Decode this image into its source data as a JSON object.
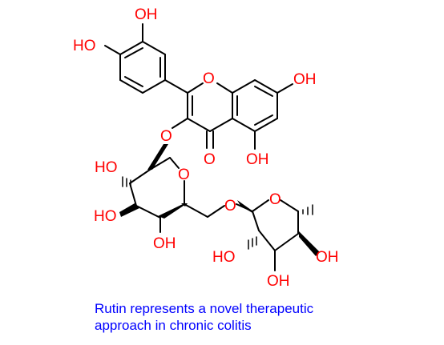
{
  "colors": {
    "bond": "#000000",
    "oxygen": "#ff0000",
    "caption": "#0000ff"
  },
  "atom_labels": {
    "oh_top": "OH",
    "ho_catechol": "HO",
    "ring_o": "O",
    "oh_right": "OH",
    "o_glycosidic": "O",
    "o_carbonyl": "O",
    "oh_5": "OH",
    "ho_glc2": "HO",
    "o_glc_ring": "O",
    "ho_glc4": "HO",
    "oh_glc3": "OH",
    "o_link": "O",
    "o_rha_ring": "O",
    "ho_rha": "HO",
    "oh_rha_right": "OH",
    "oh_rha_bottom": "OH"
  },
  "caption": {
    "line1": "Rutin represents a novel therapeutic",
    "line2": "approach in chronic colitis"
  }
}
